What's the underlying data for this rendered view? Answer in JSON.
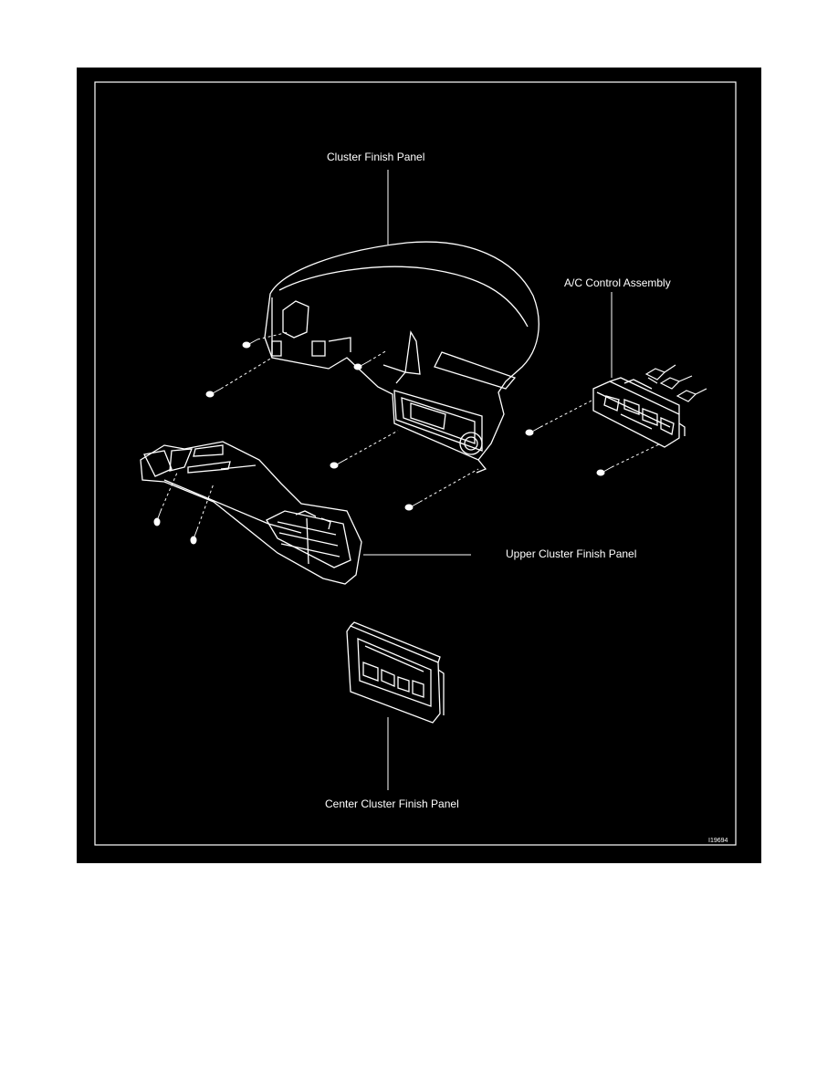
{
  "diagram": {
    "labels": {
      "cluster_finish_panel": "Cluster Finish Panel",
      "ac_control_assembly": "A/C Control Assembly",
      "upper_cluster_finish_panel": "Upper Cluster Finish Panel",
      "center_cluster_finish_panel": "Center Cluster Finish Panel"
    },
    "figure_code": "I19694",
    "colors": {
      "background": "#000000",
      "line": "#ffffff",
      "page": "#ffffff"
    }
  }
}
